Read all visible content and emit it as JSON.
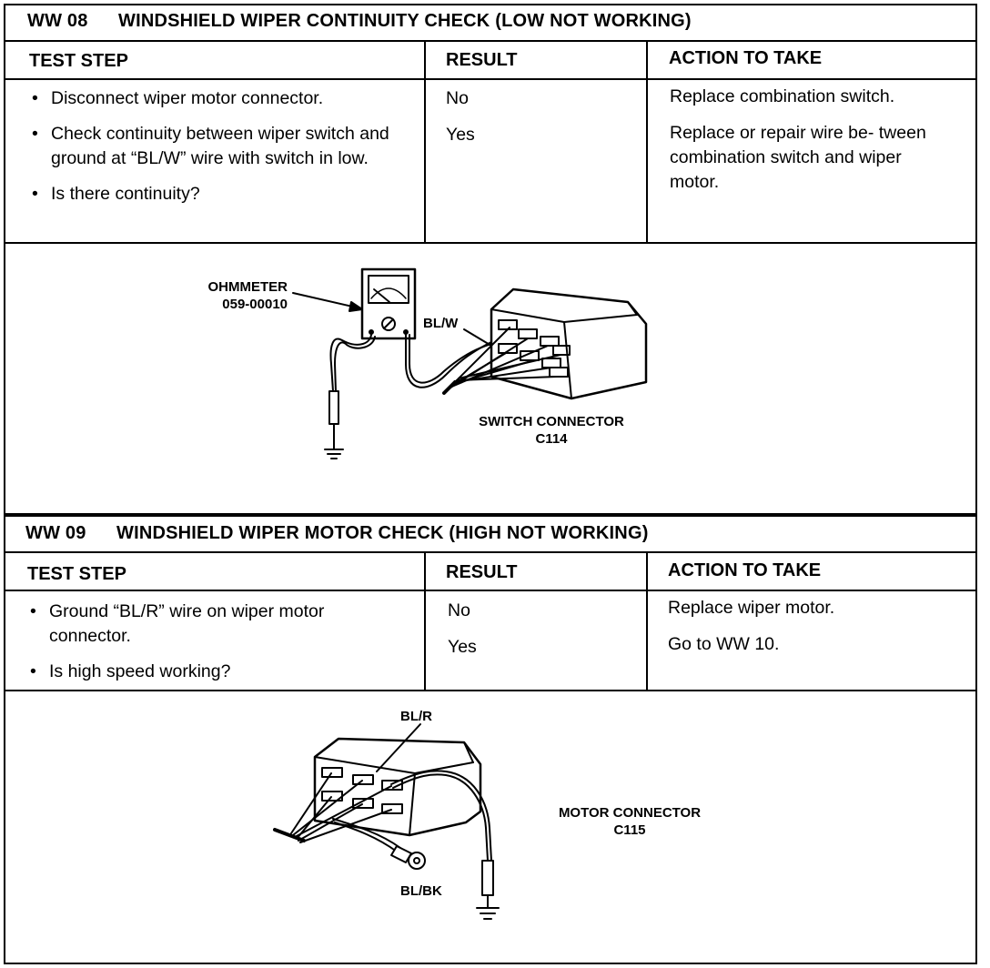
{
  "sections": [
    {
      "code": "WW 08",
      "title": "WINDSHIELD WIPER CONTINUITY CHECK (LOW NOT WORKING)",
      "headers": {
        "step": "TEST STEP",
        "result": "RESULT",
        "action": "ACTION TO TAKE"
      },
      "steps": [
        "Disconnect wiper motor connector.",
        "Check continuity between wiper switch and ground at “BL/W” wire with switch in low.",
        "Is there continuity?"
      ],
      "results": [
        "No",
        "Yes"
      ],
      "actions": [
        "Replace combination switch.",
        "Replace or repair wire be- tween combination switch and wiper motor."
      ],
      "figure": {
        "meter_label": "OHMMETER",
        "meter_part": "059-00010",
        "wire_label": "BL/W",
        "connector_label": "SWITCH CONNECTOR",
        "connector_code": "C114"
      }
    },
    {
      "code": "WW 09",
      "title": "WINDSHIELD WIPER MOTOR CHECK (HIGH NOT WORKING)",
      "headers": {
        "step": "TEST STEP",
        "result": "RESULT",
        "action": "ACTION TO TAKE"
      },
      "steps": [
        "Ground “BL/R” wire on wiper motor connector.",
        "Is high speed working?"
      ],
      "results": [
        "No",
        "Yes"
      ],
      "actions": [
        "Replace wiper motor.",
        "Go to WW 10."
      ],
      "figure": {
        "wire_label": "BL/R",
        "ground_wire_label": "BL/BK",
        "connector_label": "MOTOR CONNECTOR",
        "connector_code": "C115"
      }
    }
  ]
}
